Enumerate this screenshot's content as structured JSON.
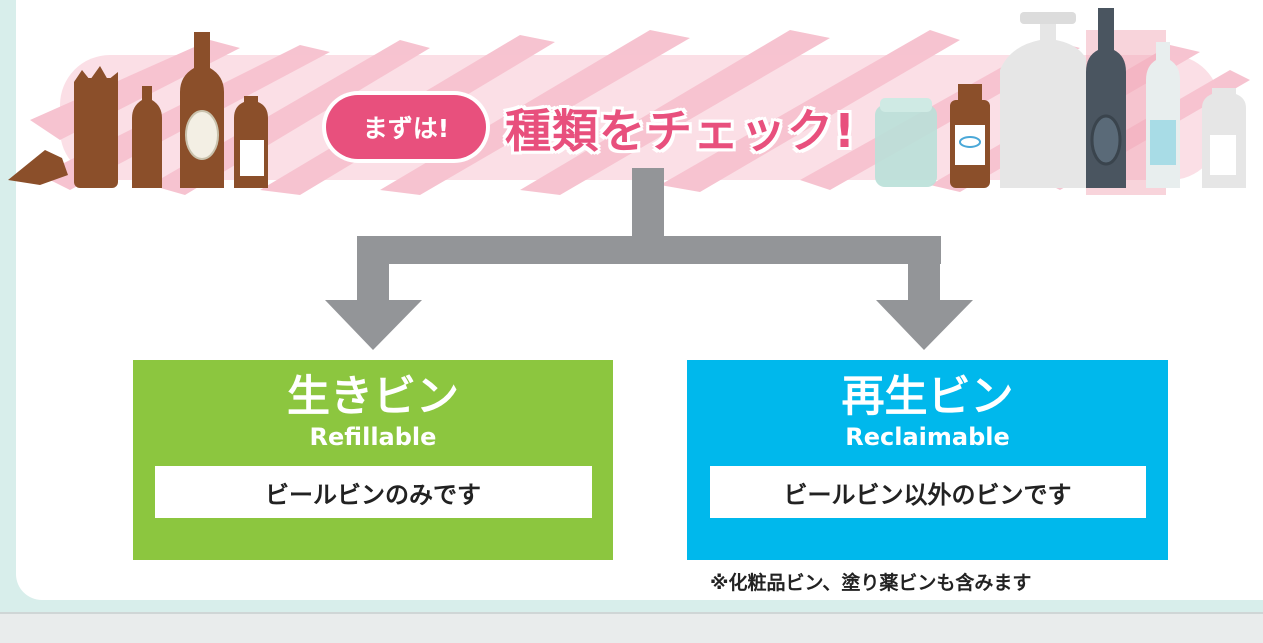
{
  "header": {
    "badge": "まずは!",
    "title": "種類をチェック!"
  },
  "left_box": {
    "title": "生きビン",
    "subtitle": "Refillable",
    "description": "ビールビンのみです"
  },
  "right_box": {
    "title": "再生ビン",
    "subtitle": "Reclaimable",
    "description": "ビールビン以外のビンです",
    "note": "※化粧品ビン、塗り薬ビンも含みます"
  },
  "colors": {
    "accent_pink": "#e8507d",
    "refillable_green": "#8cc63f",
    "reclaimable_blue": "#00b8ec",
    "arrow_gray": "#939598"
  },
  "icons": [
    "brown-bottle-icon",
    "glass-jar-icon",
    "medicine-bottle-icon",
    "jug-icon",
    "sake-bottle-icon",
    "clear-bottle-icon"
  ]
}
